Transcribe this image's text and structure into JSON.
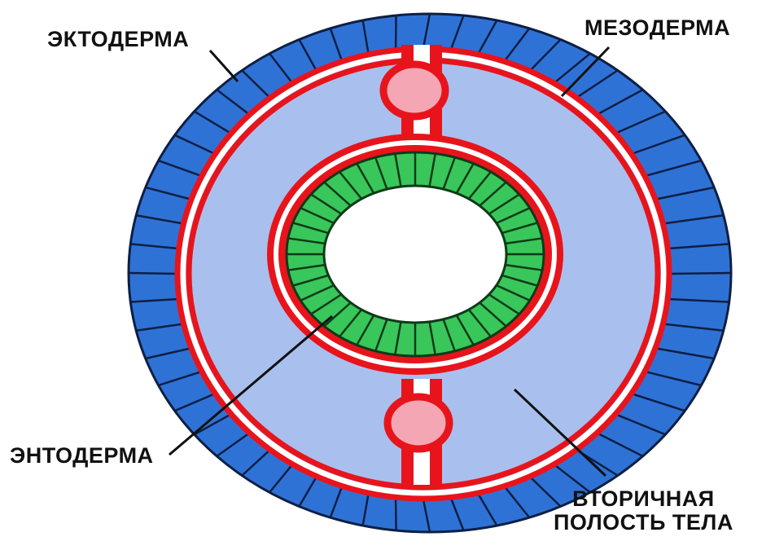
{
  "labels": {
    "ectoderm": "ЭКТОДЕРМА",
    "mesoderm": "МЕЗОДЕРМА",
    "endoderm": "ЭНТОДЕРМА",
    "coelom_line1": "ВТОРИЧНАЯ",
    "coelom_line2": "ПОЛОСТЬ ТЕЛА"
  },
  "colors": {
    "ectoderm_fill": "#2f72d6",
    "ectoderm_cell_line": "#0d1f44",
    "coelom_fill": "#a9c0ee",
    "mesoderm_line": "#e8141c",
    "endoderm_fill": "#39c65a",
    "endoderm_cell_line": "#0e3a18",
    "gut_lumen": "#ffffff",
    "vessel_fill": "#f5a6b4",
    "pointer_line": "#111111"
  },
  "structure": {
    "ectoderm_cell_count": 56,
    "endoderm_cell_count": 40
  }
}
